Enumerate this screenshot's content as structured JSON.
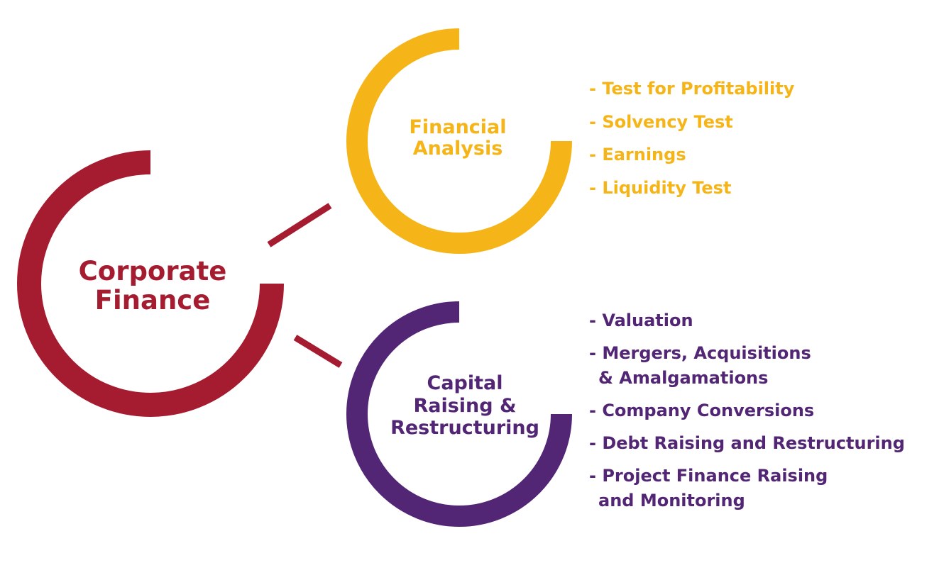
{
  "colors": {
    "corporate_finance": "#a51c30",
    "financial_analysis": "#f5b519",
    "capital_raising": "#522575"
  },
  "root": {
    "label_lines": [
      "Corporate",
      "Finance"
    ]
  },
  "financial_analysis": {
    "label_lines": [
      "Financial",
      "Analysis"
    ],
    "items": [
      [
        "- Test for Profitability"
      ],
      [
        "- Solvency Test"
      ],
      [
        "- Earnings"
      ],
      [
        "- Liquidity Test"
      ]
    ]
  },
  "capital_raising": {
    "label_lines": [
      "Capital",
      "Raising &",
      "Restructuring"
    ],
    "items": [
      [
        "- Valuation"
      ],
      [
        "- Mergers, Acquisitions",
        "& Amalgamations"
      ],
      [
        "- Company Conversions"
      ],
      [
        "- Debt Raising and Restructuring"
      ],
      [
        "- Project Finance Raising",
        "and Monitoring"
      ]
    ]
  }
}
